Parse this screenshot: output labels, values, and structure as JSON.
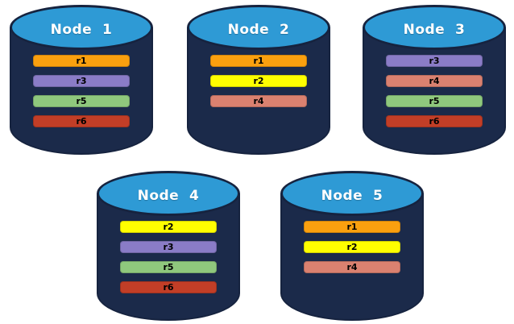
{
  "diagram": {
    "description": "Five database nodes showing replica placement",
    "cylinder": {
      "body_color": "#1B2A4A",
      "top_color": "#2E9AD5",
      "outline_color": "#16233F",
      "title_color": "#FFFFFF",
      "bar_text_color": "#000000"
    },
    "replica_colors": {
      "r1": "#FAA00F",
      "r2": "#FFFF00",
      "r3": "#8A7CC7",
      "r4": "#DA8170",
      "r5": "#8FC87D",
      "r6": "#C23E27"
    },
    "nodes": [
      {
        "id": "node-1",
        "label": "Node  1",
        "replicas": [
          "r1",
          "r3",
          "r5",
          "r6"
        ]
      },
      {
        "id": "node-2",
        "label": "Node  2",
        "replicas": [
          "r1",
          "r2",
          "r4"
        ]
      },
      {
        "id": "node-3",
        "label": "Node  3",
        "replicas": [
          "r3",
          "r4",
          "r5",
          "r6"
        ]
      },
      {
        "id": "node-4",
        "label": "Node  4",
        "replicas": [
          "r2",
          "r3",
          "r5",
          "r6"
        ]
      },
      {
        "id": "node-5",
        "label": "Node  5",
        "replicas": [
          "r1",
          "r2",
          "r4"
        ]
      }
    ]
  }
}
